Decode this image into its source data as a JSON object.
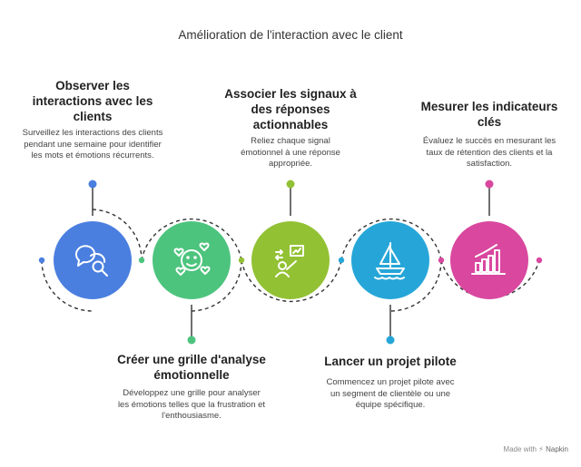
{
  "title": "Amélioration de l'interaction avec le client",
  "steps": [
    {
      "title": "Observer les interactions avec les clients",
      "description": "Surveillez les interactions des clients pendant une semaine pour identifier les mots et émotions récurrents.",
      "color": "#4a7fe0",
      "icon": "chat-search-icon"
    },
    {
      "title": "Créer une grille d'analyse émotionnelle",
      "description": "Développez une grille pour analyser les émotions telles que la frustration et l'enthousiasme.",
      "color": "#4dc47e",
      "icon": "emotions-icon"
    },
    {
      "title": "Associer les signaux à des réponses actionnables",
      "description": "Reliez chaque signal émotionnel à une réponse appropriée.",
      "color": "#92c134",
      "icon": "presenter-icon"
    },
    {
      "title": "Lancer un projet pilote",
      "description": "Commencez un projet pilote avec un segment de clientèle ou une équipe spécifique.",
      "color": "#26a6d8",
      "icon": "sailboat-icon"
    },
    {
      "title": "Mesurer les indicateurs clés",
      "description": "Évaluez le succès en mesurant les taux de rétention des clients et la satisfaction.",
      "color": "#d9479f",
      "icon": "bar-chart-icon"
    }
  ],
  "footer": {
    "made_with": "Made with",
    "brand": "Napkin"
  }
}
